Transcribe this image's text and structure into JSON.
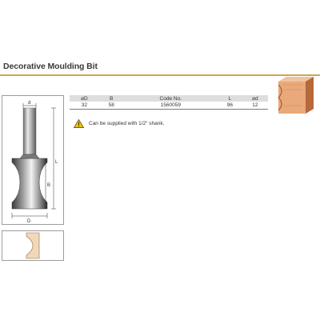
{
  "header": {
    "title": "Decorative Moulding Bit"
  },
  "table": {
    "columns": [
      "⌀D",
      "B",
      "Code No.",
      "L",
      "⌀d"
    ],
    "rows": [
      [
        "32",
        "58",
        "1560059",
        "96",
        "12"
      ]
    ]
  },
  "note": {
    "text": "Can be supplied with 1/2\" shank."
  },
  "diagram": {
    "labels": {
      "d": "d",
      "L": "L",
      "B": "B",
      "D": "D"
    }
  },
  "colors": {
    "title_rule": "#c9a94a",
    "table_header": "#dedede",
    "warning": "#f2c300",
    "wood_light": "#e9a97a",
    "wood_dark": "#b8683a"
  },
  "icons": [
    "warning-icon"
  ]
}
